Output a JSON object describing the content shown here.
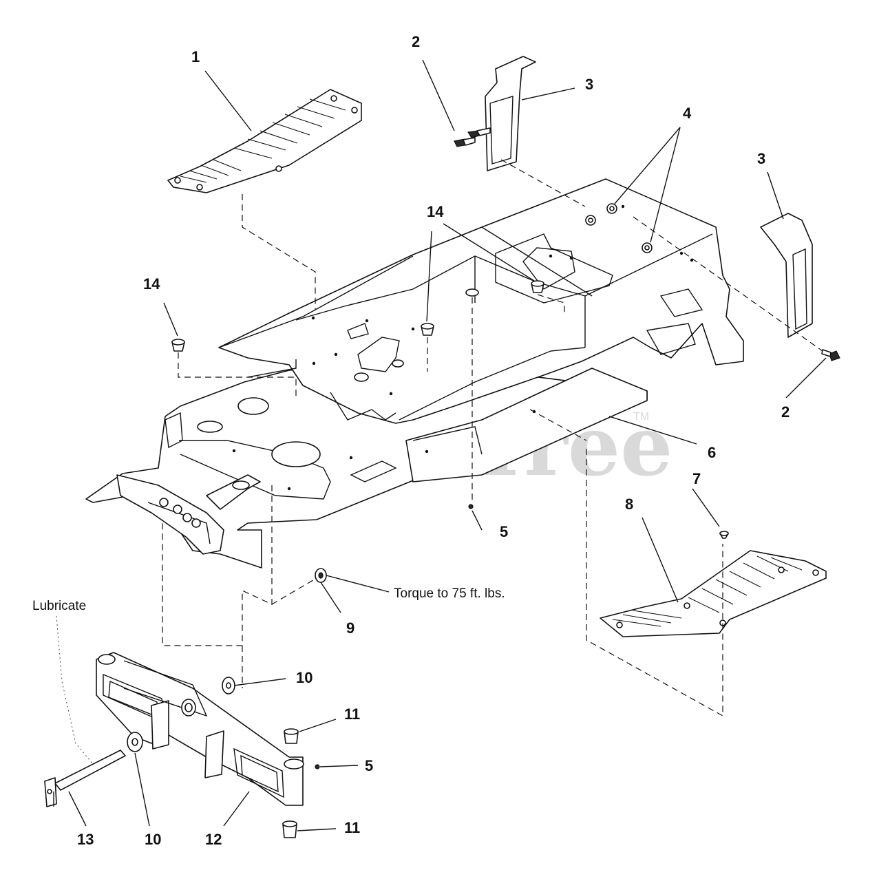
{
  "watermark": {
    "text": "PartsTree",
    "tm": "TM"
  },
  "callouts": {
    "c1": "1",
    "c2a": "2",
    "c2b": "2",
    "c3a": "3",
    "c3b": "3",
    "c4": "4",
    "c5a": "5",
    "c5b": "5",
    "c6": "6",
    "c7": "7",
    "c8": "8",
    "c9": "9",
    "c10a": "10",
    "c10b": "10",
    "c11a": "11",
    "c11b": "11",
    "c12": "12",
    "c13": "13",
    "c14a": "14",
    "c14b": "14"
  },
  "notes": {
    "torque": "Torque to 75 ft. lbs.",
    "lubricate": "Lubricate"
  }
}
